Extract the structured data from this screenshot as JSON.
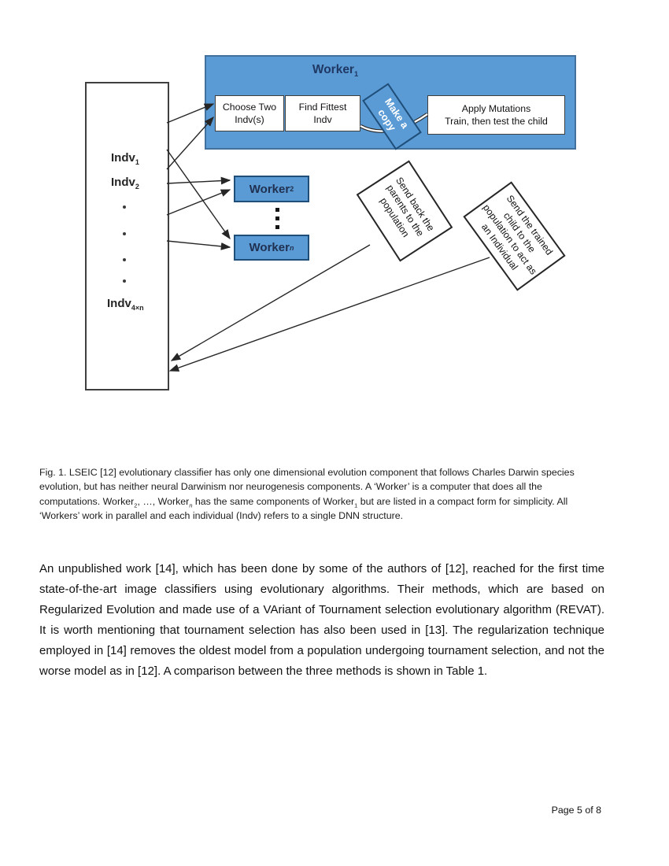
{
  "figure": {
    "population": {
      "indv1": [
        {
          "t": "Indv"
        },
        {
          "t": "1",
          "sub": true
        }
      ],
      "indv2": [
        {
          "t": "Indv"
        },
        {
          "t": "2",
          "sub": true
        }
      ],
      "indv4n": [
        {
          "t": "Indv"
        },
        {
          "t": "4×n",
          "sub": true
        }
      ]
    },
    "worker1": {
      "title": [
        {
          "t": "Worker"
        },
        {
          "t": "1",
          "sub": true
        }
      ],
      "choose": "Choose Two\nIndv(s)",
      "find": "Find Fittest\nIndv",
      "copy": "Make a\ncopy",
      "apply": "Apply Mutations\nTrain, then test the child"
    },
    "worker2": [
      {
        "t": "Worker"
      },
      {
        "t": "2",
        "sub": true
      }
    ],
    "workern": [
      {
        "t": "Worker"
      },
      {
        "t": "n",
        "sub": true,
        "i": true
      }
    ],
    "send_parents": "Send back the\nparents to the\npopulation",
    "send_child": "Send the trained\nchild to the\npopulation to act as\nan Individual",
    "colors": {
      "worker_blue": "#5b9bd5",
      "worker1_border": "#41719c",
      "small_box_border": "#1f4e79",
      "line_color": "#262626",
      "title_text": "#1f3864"
    }
  },
  "caption": {
    "segments": [
      {
        "t": "Fig. 1. LSEIC [12] evolutionary classifier has only one dimensional evolution component that follows Charles Darwin species evolution, but has neither neural Darwinism nor neurogenesis components. A ‘Worker’ is a computer that does all the computations. Worker"
      },
      {
        "t": "2",
        "sub": true
      },
      {
        "t": ", …, Worker"
      },
      {
        "t": "n",
        "sub": true,
        "i": true
      },
      {
        "t": " has the same components of Worker"
      },
      {
        "t": "1",
        "sub": true
      },
      {
        "t": " but are listed in a compact form for simplicity. All ‘Workers’ work in parallel and each individual (Indv) refers to a single DNN structure."
      }
    ]
  },
  "body": {
    "paragraph": "An unpublished work [14], which has been done by some of the authors of [12], reached for the first time state-of-the-art image classifiers using evolutionary algorithms. Their methods, which are based on Regularized Evolution and made use of a VAriant of Tournament selection evolutionary algorithm (REVAT). It is worth mentioning that tournament selection has also been used in [13]. The regularization technique employed in [14] removes the oldest model from a population undergoing tournament selection, and not the worse model as in [12]. A comparison between the three methods is shown in Table 1."
  },
  "footer": {
    "text": "Page 5 of 8"
  }
}
